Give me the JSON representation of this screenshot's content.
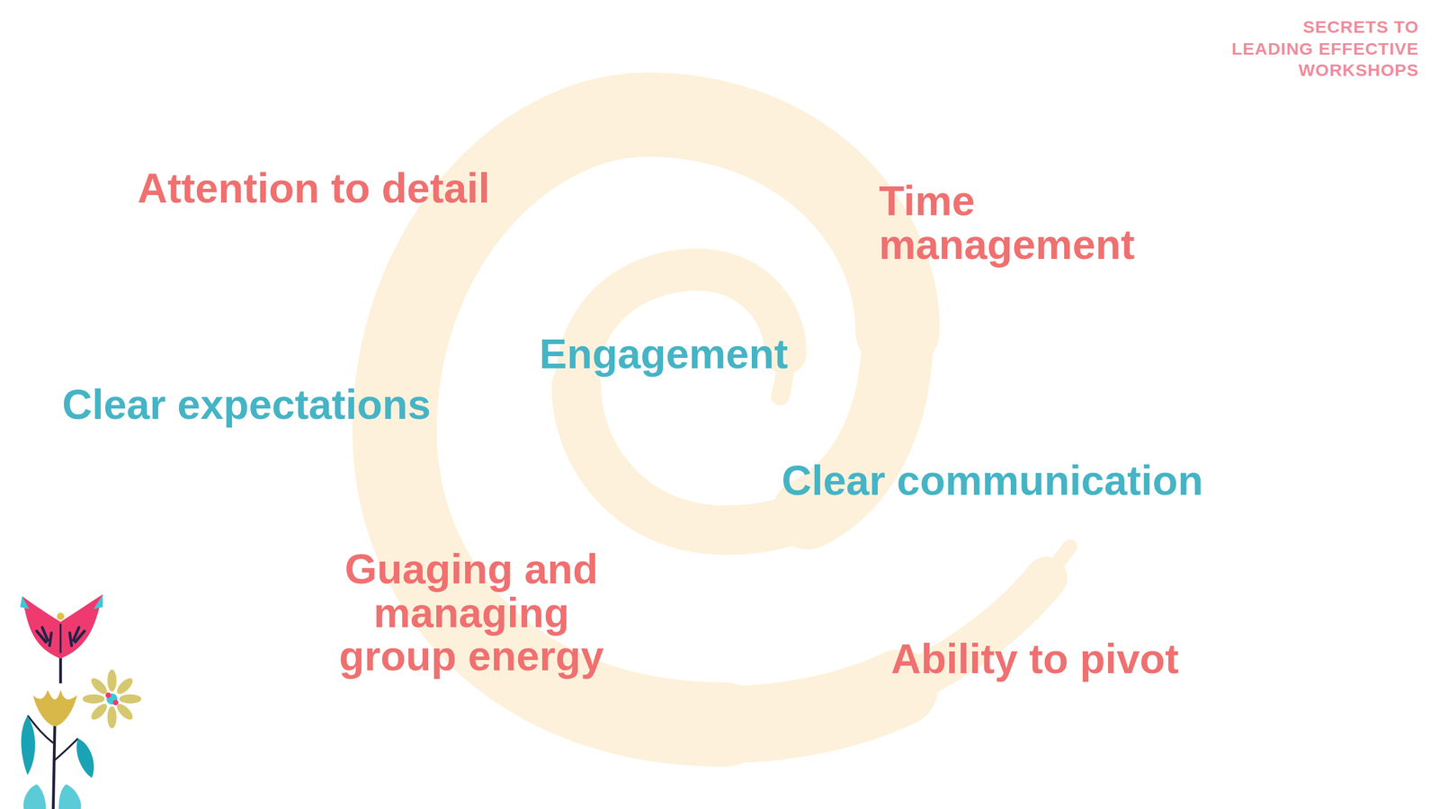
{
  "diagram": {
    "title": "SECRETS TO LEADING EFFECTIVE WORKSHOPS",
    "labels": [
      "Attention to detail",
      "Time management",
      "Engagement",
      "Clear expectations",
      "Clear communication",
      "Guaging and managing group energy",
      "Ability to pivot"
    ]
  }
}
